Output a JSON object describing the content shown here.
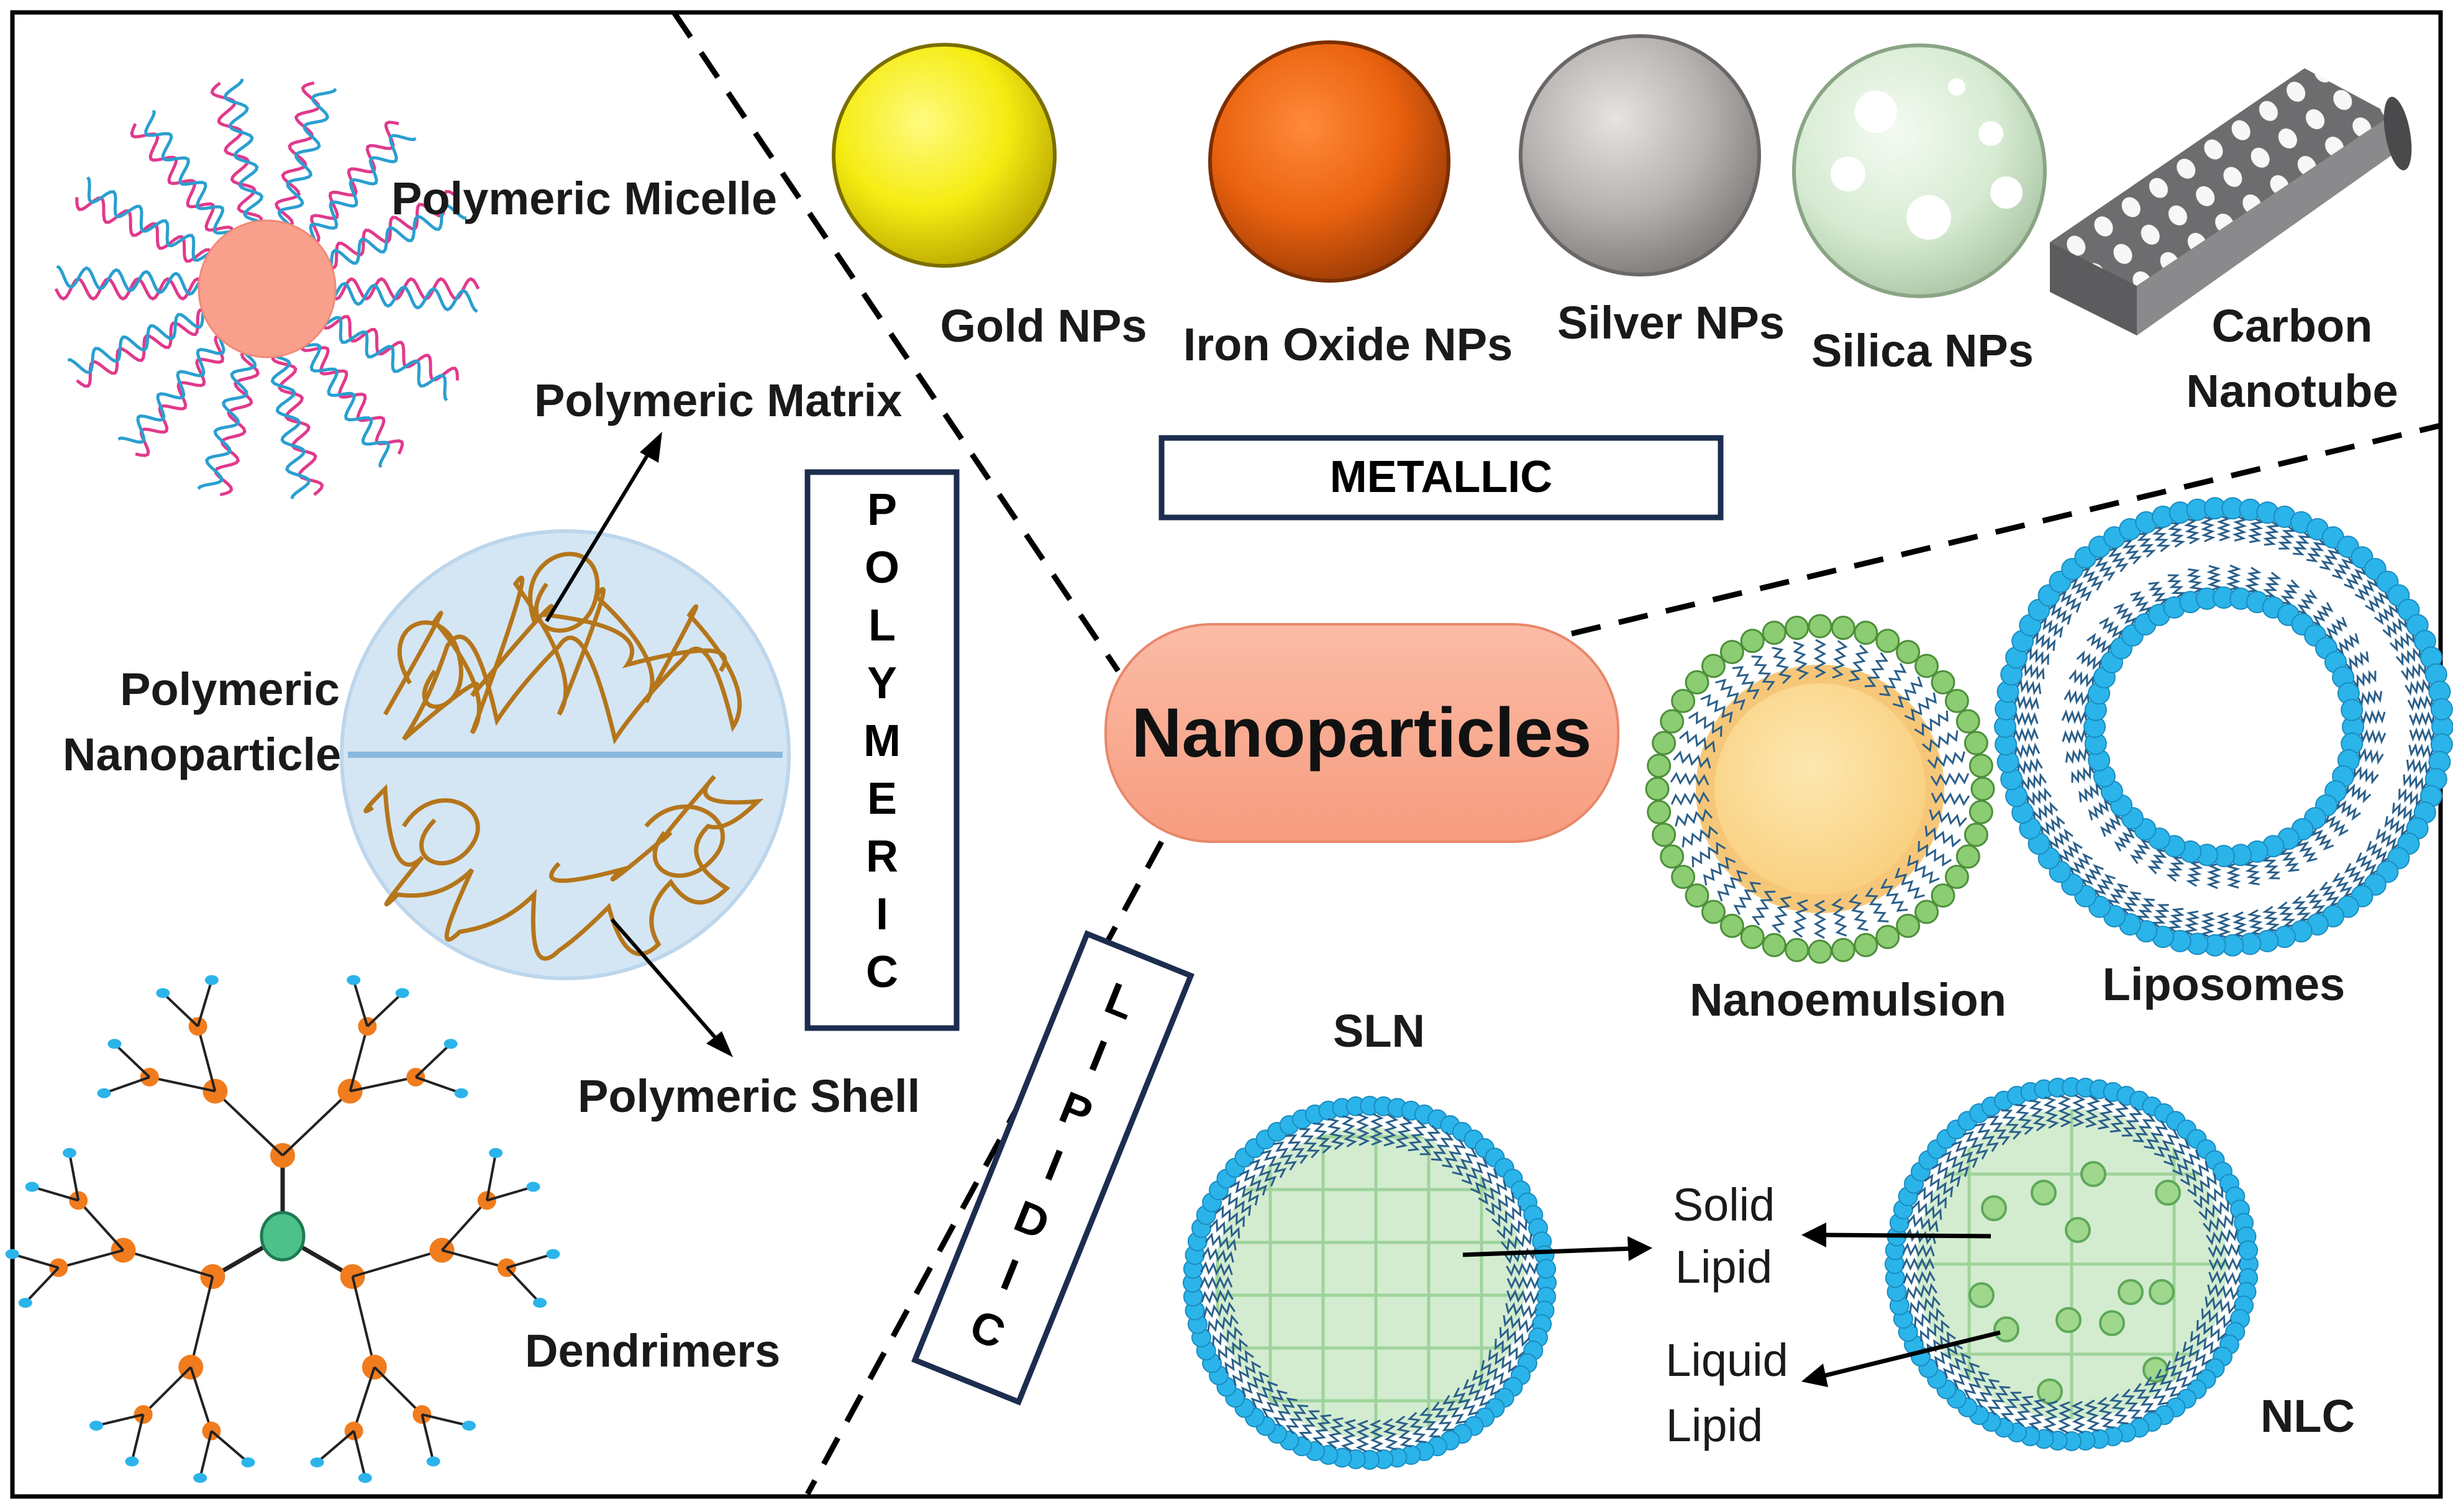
{
  "center": {
    "label": "Nanoparticles"
  },
  "categories": {
    "metallic": "METALLIC",
    "polymeric": [
      "P",
      "O",
      "L",
      "Y",
      "M",
      "E",
      "R",
      "I",
      "C"
    ],
    "lipidic": [
      "L",
      "I",
      "P",
      "I",
      "D",
      "I",
      "C"
    ]
  },
  "metallic": {
    "gold": "Gold NPs",
    "iron": "Iron Oxide NPs",
    "silver": "Silver NPs",
    "silica": "Silica NPs",
    "carbon": [
      "Carbon",
      "Nanotube"
    ]
  },
  "polymeric": {
    "micelle": "Polymeric Micelle",
    "matrix": "Polymeric Matrix",
    "nanoparticle": [
      "Polymeric",
      "Nanoparticle"
    ],
    "shell": "Polymeric Shell",
    "dendrimers": "Dendrimers"
  },
  "lipidic": {
    "nanoemulsion": "Nanoemulsion",
    "liposomes": "Liposomes",
    "sln": "SLN",
    "solid_lipid": [
      "Solid",
      "Lipid"
    ],
    "liquid_lipid": [
      "Liquid",
      "Lipid"
    ],
    "nlc": "NLC"
  },
  "colors": {
    "gold": "#f7ef1a",
    "iron": "#ec6411",
    "silver": "#b7b3b2",
    "silica": "#d8ecd4",
    "center_fill": "#f9a98f",
    "box_border": "#1c2d4f",
    "phospholipid": "#2bb4ea",
    "emulsion_head": "#8ccc72",
    "dendrimer_node": "#f07c1e",
    "micelle_core": "#f9a08c"
  }
}
